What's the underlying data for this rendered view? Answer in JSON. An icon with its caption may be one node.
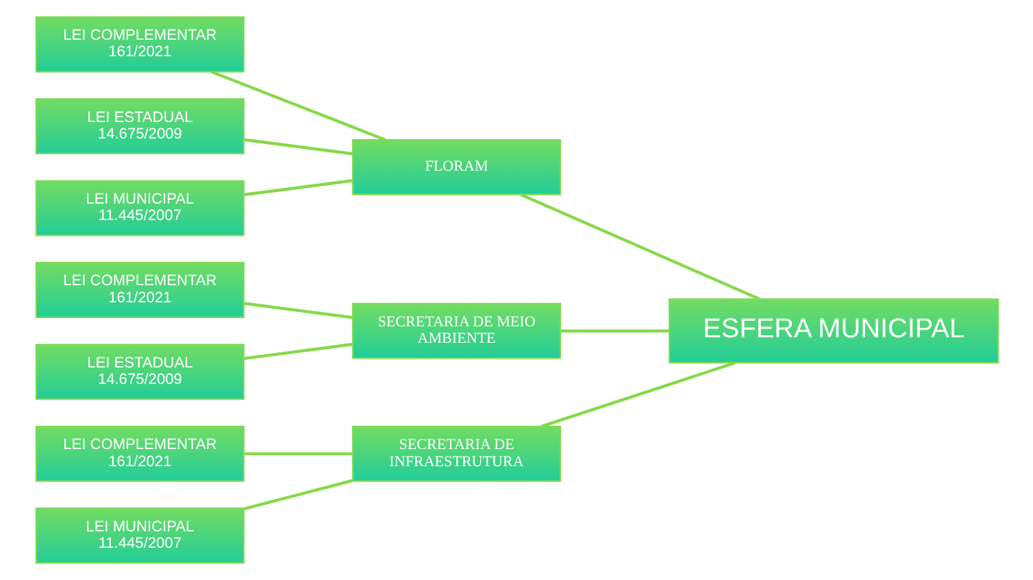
{
  "diagram": {
    "nodes": [
      {
        "text": [
          "LEI COMPLEMENTAR 161/2021"
        ]
      },
      {
        "text": [
          "LEI ESTADUAL 14.675/2009"
        ]
      },
      {
        "text": [
          "LEI MUNICIPAL 11.445/2007"
        ]
      },
      {
        "text": [
          "LEI COMPLEMENTAR 161/2021"
        ]
      },
      {
        "text": [
          "LEI ESTADUAL 14.675/2009"
        ]
      },
      {
        "text": [
          "LEI COMPLEMENTAR 161/2021"
        ]
      },
      {
        "text": [
          "LEI MUNICIPAL 11.445/2007"
        ]
      },
      {
        "text": [
          "FLORAM"
        ]
      },
      {
        "text": [
          "SECRETARIA DE MEIO AMBIENTE"
        ]
      },
      {
        "text": [
          "SECRETARIA DE INFRAESTRUTURA"
        ]
      },
      {
        "text": [
          "ESFERA MUNICIPAL"
        ]
      }
    ],
    "edges": [
      {
        "from": 0,
        "to": 7,
        "arrow": "none"
      },
      {
        "from": 1,
        "to": 7,
        "arrow": "none"
      },
      {
        "from": 2,
        "to": 7,
        "arrow": "none"
      },
      {
        "from": 3,
        "to": 8,
        "arrow": "none"
      },
      {
        "from": 4,
        "to": 8,
        "arrow": "none"
      },
      {
        "from": 5,
        "to": 9,
        "arrow": "none"
      },
      {
        "from": 6,
        "to": 9,
        "arrow": "none"
      },
      {
        "from": 7,
        "to": 10,
        "arrow": "none"
      },
      {
        "from": 8,
        "to": 10,
        "arrow": "none"
      },
      {
        "from": 9,
        "to": 10,
        "arrow": "none"
      }
    ]
  }
}
